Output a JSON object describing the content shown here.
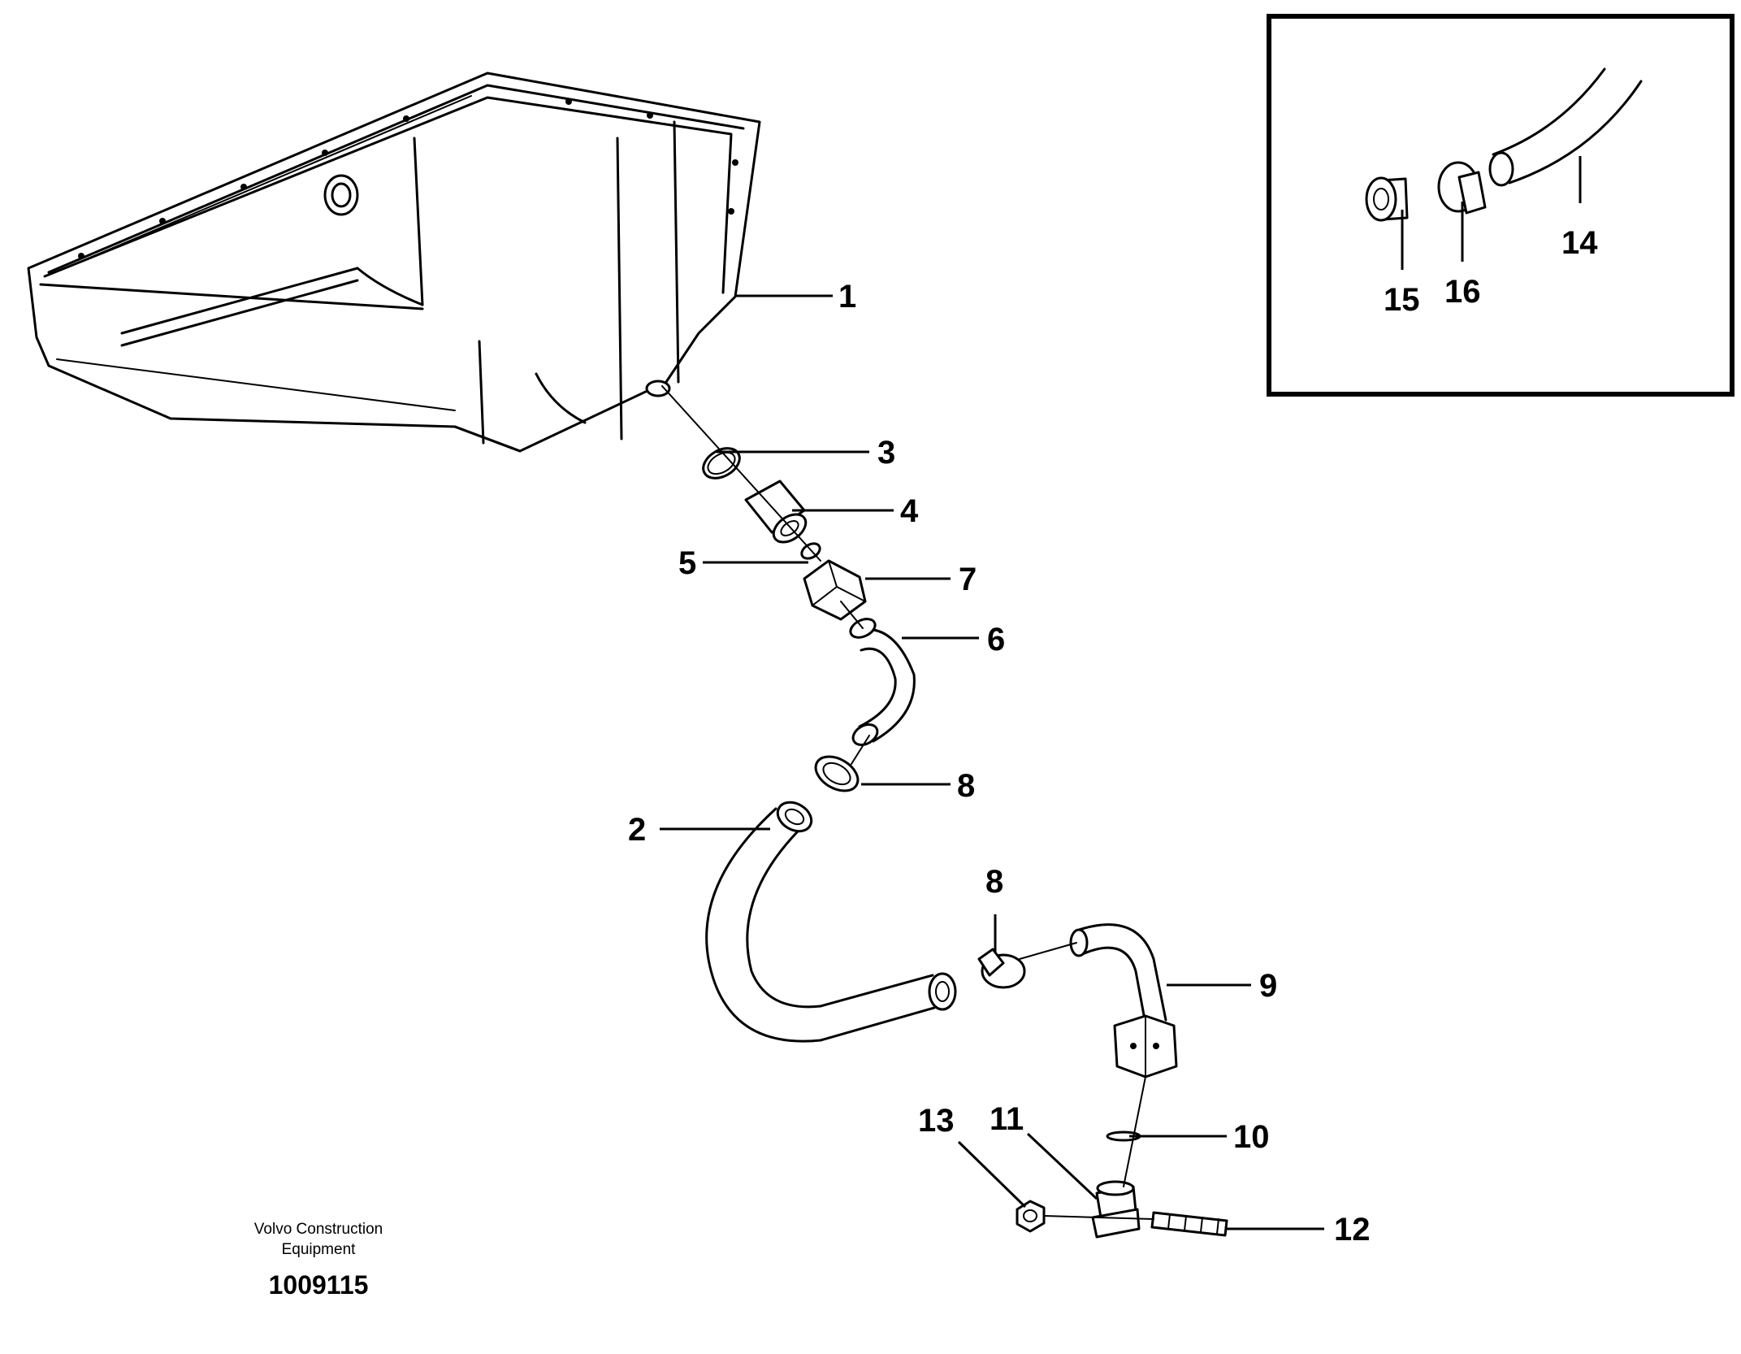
{
  "diagram": {
    "callouts": {
      "c1": "1",
      "c2": "2",
      "c3": "3",
      "c4": "4",
      "c5": "5",
      "c6": "6",
      "c7": "7",
      "c8a": "8",
      "c8b": "8",
      "c9": "9",
      "c10": "10",
      "c11": "11",
      "c12": "12",
      "c13": "13",
      "c14": "14",
      "c15": "15",
      "c16": "16"
    },
    "caption": {
      "line1": "Volvo Construction",
      "line2": "Equipment",
      "doc_number": "1009115"
    }
  }
}
